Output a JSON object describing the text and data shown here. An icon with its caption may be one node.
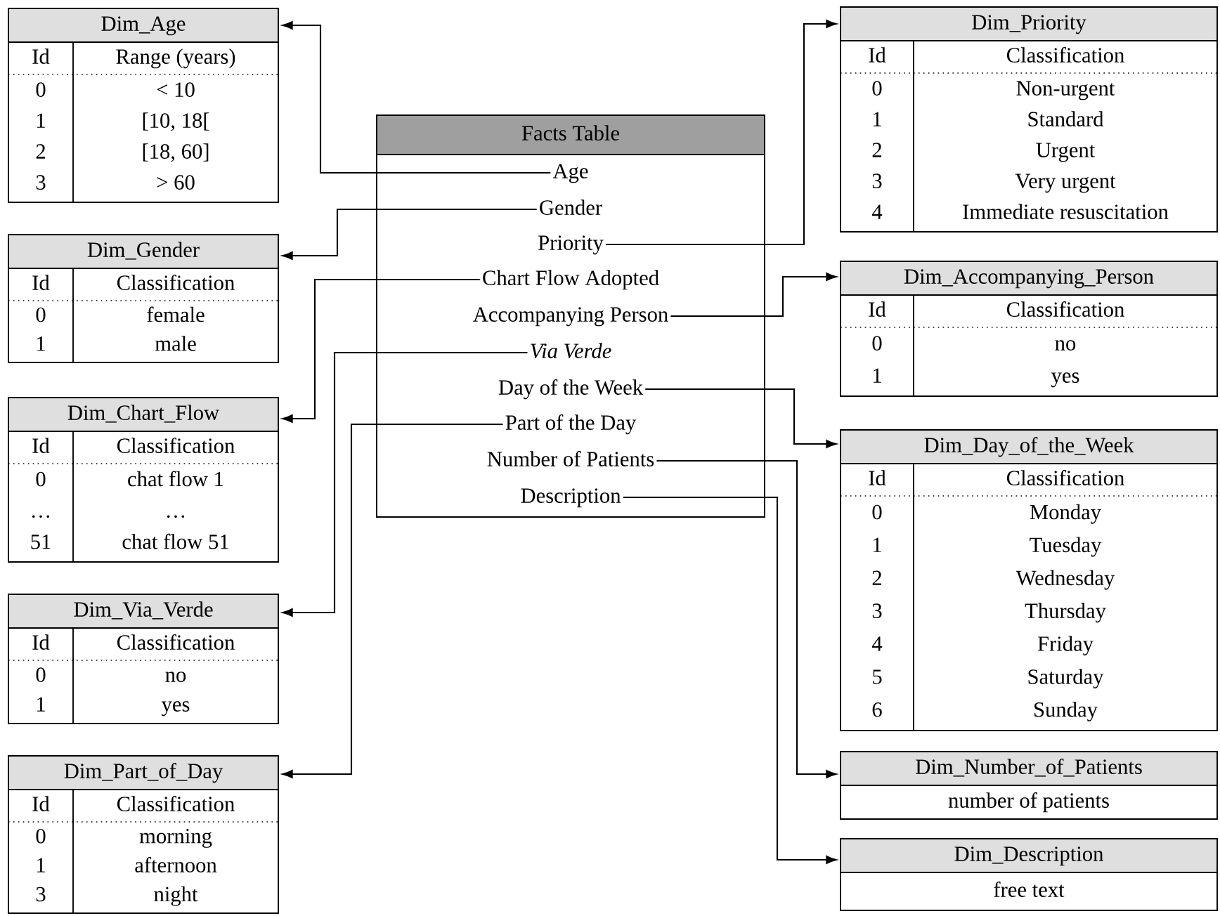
{
  "diagram": {
    "nodes": [
      {
        "text": [
          "Facts Table"
        ]
      },
      {
        "text": [
          "Age"
        ],
        "in": 0
      },
      {
        "text": [
          "Gender"
        ],
        "in": 0
      },
      {
        "text": [
          "Priority"
        ],
        "in": 0
      },
      {
        "text": [
          "Chart Flow Adopted"
        ],
        "in": 0
      },
      {
        "text": [
          "Accompanying Person"
        ],
        "in": 0
      },
      {
        "text": [
          "*Via Verde*"
        ],
        "in": 0
      },
      {
        "text": [
          "Day of the Week"
        ],
        "in": 0
      },
      {
        "text": [
          "Part of the Day"
        ],
        "in": 0
      },
      {
        "text": [
          "Number of Patients"
        ],
        "in": 0
      },
      {
        "text": [
          "Description"
        ],
        "in": 0
      },
      {
        "text": [
          "Dim_Age",
          "Id",
          "Range (years)",
          "0",
          "< 10",
          "1",
          "[10, 18[",
          "2",
          "[18, 60]",
          "3",
          "> 60"
        ]
      },
      {
        "text": [
          "Dim_Gender",
          "Id",
          "Classification",
          "0",
          "female",
          "1",
          "male"
        ]
      },
      {
        "text": [
          "Dim_Chart_Flow",
          "Id",
          "Classification",
          "0",
          "chat flow 1",
          "…",
          "…",
          "51",
          "chat flow 51"
        ]
      },
      {
        "text": [
          "Dim_Via_Verde",
          "Id",
          "Classification",
          "0",
          "no",
          "1",
          "yes"
        ]
      },
      {
        "text": [
          "Dim_Part_of_Day",
          "Id",
          "Classification",
          "0",
          "morning",
          "1",
          "afternoon",
          "3",
          "night"
        ]
      },
      {
        "text": [
          "Dim_Priority",
          "Id",
          "Classification",
          "0",
          "Non-urgent",
          "1",
          "Standard",
          "2",
          "Urgent",
          "3",
          "Very urgent",
          "4",
          "Immediate resuscitation"
        ]
      },
      {
        "text": [
          "Dim_Accompanying_Person",
          "Id",
          "Classification",
          "0",
          "no",
          "1",
          "yes"
        ]
      },
      {
        "text": [
          "Dim_Day_of_the_Week",
          "Id",
          "Classification",
          "0",
          "Monday",
          "1",
          "Tuesday",
          "2",
          "Wednesday",
          "3",
          "Thursday",
          "4",
          "Friday",
          "5",
          "Saturday",
          "6",
          "Sunday"
        ]
      },
      {
        "text": [
          "Dim_Number_of_Patients",
          "number of patients"
        ]
      },
      {
        "text": [
          "Dim_Description",
          "free text"
        ]
      }
    ],
    "edges": [
      {
        "from": 1,
        "to": 11,
        "arrow": "to"
      },
      {
        "from": 2,
        "to": 12,
        "arrow": "to"
      },
      {
        "from": 3,
        "to": 16,
        "arrow": "to"
      },
      {
        "from": 4,
        "to": 13,
        "arrow": "to"
      },
      {
        "from": 5,
        "to": 17,
        "arrow": "to"
      },
      {
        "from": 6,
        "to": 14,
        "arrow": "to"
      },
      {
        "from": 7,
        "to": 18,
        "arrow": "to"
      },
      {
        "from": 8,
        "to": 15,
        "arrow": "to"
      },
      {
        "from": 9,
        "to": 19,
        "arrow": "to"
      },
      {
        "from": 10,
        "to": 20,
        "arrow": "to"
      }
    ]
  }
}
